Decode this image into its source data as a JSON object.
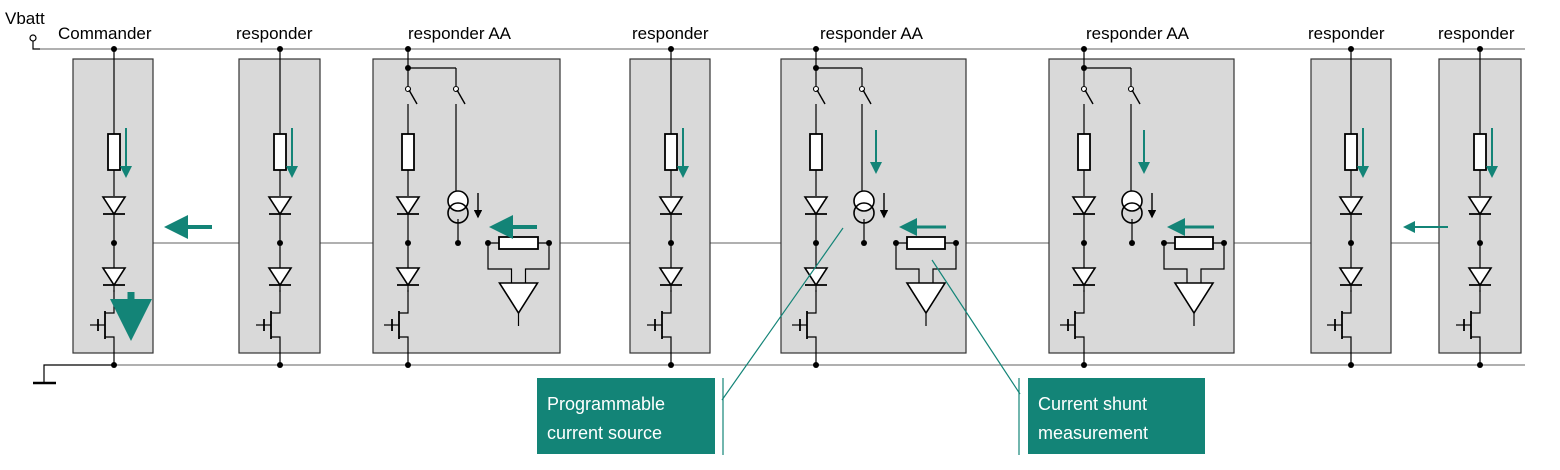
{
  "supply": {
    "label": "Vbatt"
  },
  "colors": {
    "accent": "#138477",
    "module_fill": "#d9d9d9",
    "module_stroke": "#333333",
    "wire": "#000000",
    "bus": "#808080"
  },
  "modules": [
    {
      "label": "Commander",
      "kind": "commander",
      "current_arrow": "left"
    },
    {
      "label": "responder",
      "kind": "responder"
    },
    {
      "label": "responder AA",
      "kind": "responder_aa",
      "current_arrow": "left"
    },
    {
      "label": "responder",
      "kind": "responder"
    },
    {
      "label": "responder AA",
      "kind": "responder_aa",
      "current_arrow": "left"
    },
    {
      "label": "responder AA",
      "kind": "responder_aa",
      "current_arrow": "left"
    },
    {
      "label": "responder",
      "kind": "responder"
    },
    {
      "label": "responder",
      "kind": "responder",
      "current_arrow": "left"
    }
  ],
  "callouts": [
    {
      "line1": "Programmable",
      "line2": "current source",
      "points_to": "current-source"
    },
    {
      "line1": "Current shunt",
      "line2": "measurement",
      "points_to": "shunt-amplifier"
    }
  ]
}
